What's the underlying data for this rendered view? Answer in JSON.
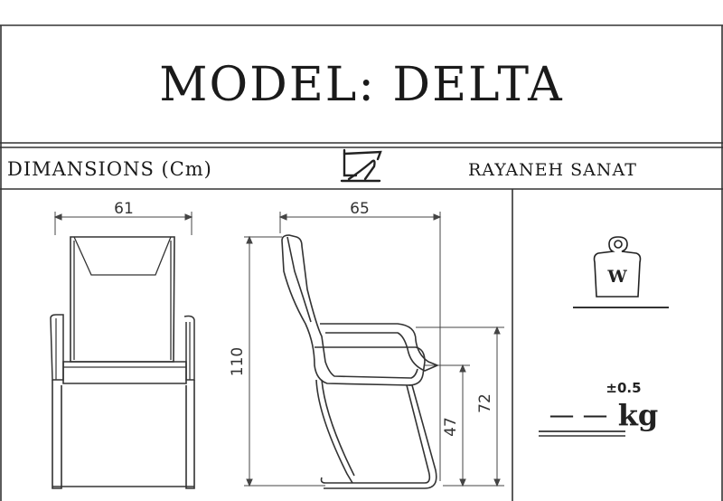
{
  "header": {
    "title": "MODEL: DELTA",
    "dimensions_label": "DIMANSIONS (Cm)",
    "brand": "RAYANEH SANAT"
  },
  "dimensions": {
    "front_width": "61",
    "side_depth": "65",
    "total_height": "110",
    "seat_height": "47",
    "arm_height": "72"
  },
  "weight": {
    "symbol": "W",
    "tolerance": "±0.5",
    "value": "— —",
    "unit": "kg"
  },
  "icons": {
    "brand_logo": "chair-logo-icon",
    "weight": "weight-icon"
  }
}
